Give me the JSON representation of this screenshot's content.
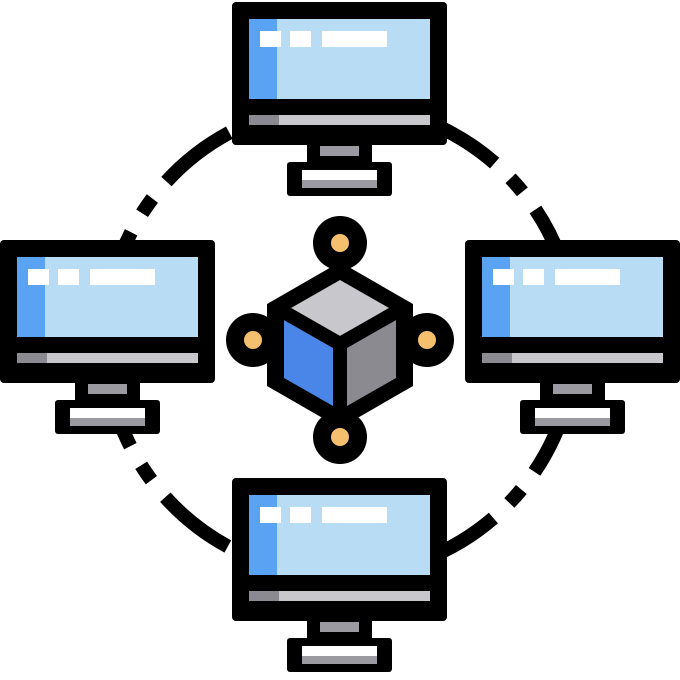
{
  "illustration": {
    "icon": "blockchain-network-icon",
    "nodes": [
      {
        "icon": "computer-monitor-icon",
        "position": "top"
      },
      {
        "icon": "computer-monitor-icon",
        "position": "left"
      },
      {
        "icon": "computer-monitor-icon",
        "position": "right"
      },
      {
        "icon": "computer-monitor-icon",
        "position": "bottom"
      }
    ],
    "center": {
      "icon": "blockchain-cube-icon"
    },
    "connector": "dashed-ring",
    "colors": {
      "outline": "#000000",
      "screen_light": "#b8dcf4",
      "screen_accent": "#5aa2f2",
      "screen_highlight": "#ffffff",
      "bezel_stripe": "#c8c8cc",
      "stand_stripe": "#9a9aa0",
      "cube_top": "#c8c8cc",
      "cube_right": "#8a8a90",
      "cube_left": "#4a86e8",
      "node_dot": "#f5c06e"
    }
  }
}
